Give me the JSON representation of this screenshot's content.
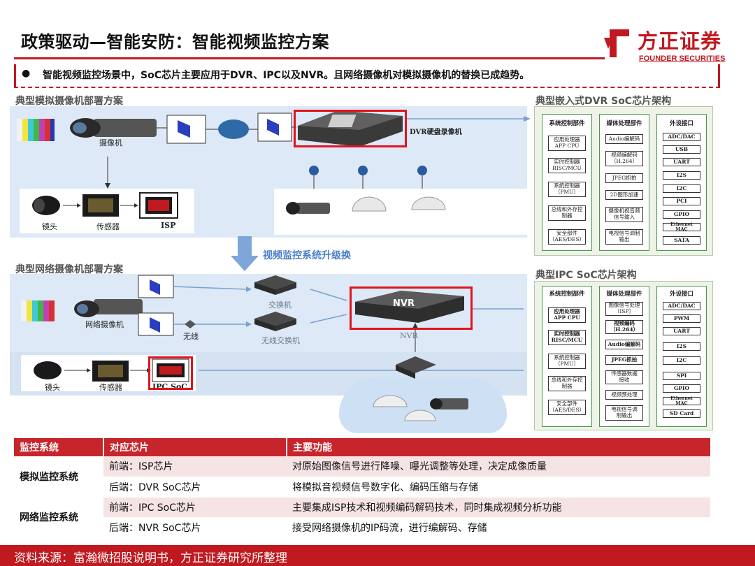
{
  "header": {
    "title": "政策驱动—智能安防：智能视频监控方案",
    "logo_cn": "方正证券",
    "logo_en": "FOUNDER SECURITIES",
    "accent_color": "#c01920"
  },
  "bullet": {
    "text": "智能视频监控场景中，SoC芯片主要应用于DVR、IPC以及NVR。且网络摄像机对模拟摄像机的替换已成趋势。"
  },
  "analog_section": {
    "label": "典型模拟摄像机部署方案",
    "camera_label": "摄像机",
    "dvr_label": "DVR硬盘录像机",
    "lens_label": "镜头",
    "sensor_label": "传感器",
    "isp_label": "ISP"
  },
  "upgrade_label": "视频监控系统升级换",
  "network_section": {
    "label": "典型网络摄像机部署方案",
    "camera_label": "网络摄像机",
    "switch_label": "交换机",
    "wireless_label": "无线",
    "wireless_switch_label": "无线交换机",
    "nvr_label": "NVR",
    "nvr_device_text": "NVR",
    "lens_label": "镜头",
    "sensor_label": "传感器",
    "ipc_label": "IPC SoC"
  },
  "dvr_arch": {
    "title": "典型嵌入式DVR SoC芯片架构",
    "columns": [
      {
        "head": "系统控制部件",
        "cells": [
          "应用处理器\nAPP CPU",
          "实时控制器\nRISC/MCU",
          "系统控制器\n（PMU）",
          "总线和外存控\n制器",
          "安全部件\n（AES/DES）"
        ]
      },
      {
        "head": "媒体处理部件",
        "cells": [
          "Audio编解码",
          "视频编解码\n（H.264）",
          "JPEG抓拍",
          "2D图形加速",
          "摄像机视音频\n信号输入",
          "电视信号调制\n输出"
        ]
      },
      {
        "head": "外设接口",
        "cells": [
          "ADC/DAC",
          "USB",
          "UART",
          "I2S",
          "I2C",
          "PCI",
          "GPIO",
          "Ethernet MAC",
          "SATA"
        ]
      }
    ]
  },
  "ipc_arch": {
    "title": "典型IPC SoC芯片架构",
    "columns": [
      {
        "head": "系统控制部件",
        "cells": [
          "应用处理器\nAPP CPU",
          "实时控制器\nRISC/MCU",
          "系统控制器\n（PMU）",
          "总线和外存控\n制器",
          "安全部件\n（AES/DES）"
        ]
      },
      {
        "head": "媒体处理部件",
        "cells": [
          "图像信号处理\n（ISP）",
          "视频编码\n（H.264）",
          "Audio编解码",
          "JPEG抓拍",
          "传感器数据\n接收",
          "视频预处理",
          "电视信号调\n制输出"
        ]
      },
      {
        "head": "外设接口",
        "cells": [
          "ADC/DAC",
          "PWM",
          "UART",
          "I2S",
          "I2C",
          "SPI",
          "GPIO",
          "Ethernet MAC",
          "SD Card"
        ]
      }
    ]
  },
  "table": {
    "headers": [
      "监控系统",
      "对应芯片",
      "主要功能"
    ],
    "groups": [
      {
        "system": "模拟监控系统",
        "rows": [
          {
            "chip": "前端：ISP芯片",
            "function": "对原始图像信号进行降噪、曝光调整等处理，决定成像质量"
          },
          {
            "chip": "后端：DVR SoC芯片",
            "function": "将模拟音视频信号数字化、编码压缩与存储"
          }
        ]
      },
      {
        "system": "网络监控系统",
        "rows": [
          {
            "chip": "前端：IPC SoC芯片",
            "function": "主要集成ISP技术和视频编码解码技术，同时集成视频分析功能"
          },
          {
            "chip": "后端：NVR SoC芯片",
            "function": "接受网络摄像机的IP码流，进行编解码、存储"
          }
        ]
      }
    ]
  },
  "footer": {
    "source": "资料来源：富瀚微招股说明书，方正证券研究所整理"
  }
}
